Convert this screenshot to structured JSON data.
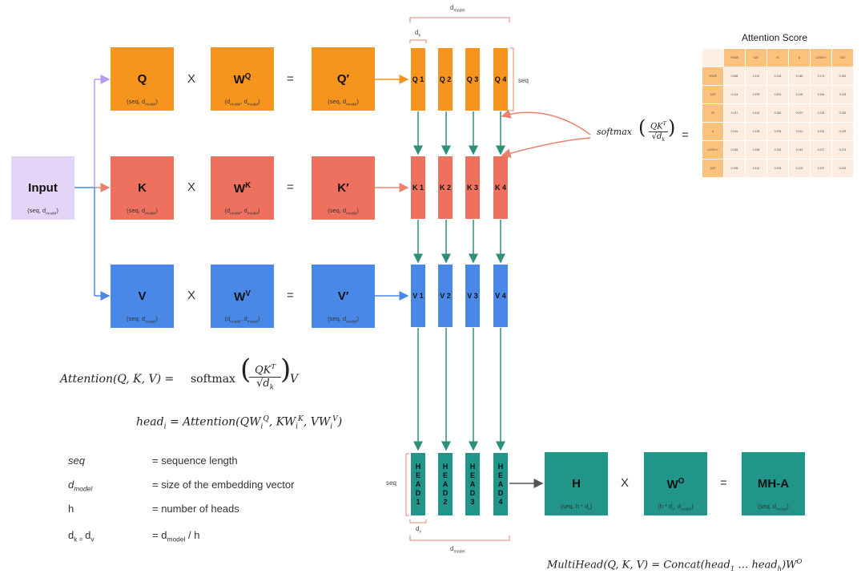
{
  "input": {
    "label": "Input",
    "sub": "(seq, d",
    "sub_tail": "model",
    "sub_end": ")"
  },
  "rows": [
    {
      "left": "Q",
      "left_sub": "(seq, d",
      "w": "W",
      "w_sup": "Q",
      "result": "Q′",
      "color": "orange"
    },
    {
      "left": "K",
      "left_sub": "(seq, d",
      "w": "W",
      "w_sup": "K",
      "result": "K′",
      "color": "red"
    },
    {
      "left": "V",
      "left_sub": "(seq, d",
      "w": "W",
      "w_sup": "V",
      "result": "V′",
      "color": "blue"
    }
  ],
  "labels": {
    "times": "X",
    "equals": "=",
    "seq_d": "(seq, d",
    "model": "model",
    "close": ")",
    "wsub_a": "(d",
    "wsub_b": ", d",
    "d": "d",
    "k": "k",
    "v": "v",
    "seq": "seq",
    "dmodel_top": "d",
    "dmodel_bottom": "d"
  },
  "columns": {
    "q": [
      "Q 1",
      "Q 2",
      "Q 3",
      "Q 4"
    ],
    "k": [
      "K 1",
      "K 2",
      "K 3",
      "K 4"
    ],
    "v": [
      "V 1",
      "V 2",
      "V 3",
      "V 4"
    ],
    "heads": [
      "HEAD1",
      "HEAD2",
      "HEAD3",
      "HEAD4"
    ]
  },
  "mh": {
    "h": "H",
    "h_sub": "(seq, h * d",
    "h_sub_v": "v",
    "h_sub_end": ")",
    "wo": "W",
    "wo_sup": "O",
    "wo_sub": "(h * d",
    "wo_sub_v": "v",
    "wo_sub_mid": ", d",
    "wo_sub_end": ")",
    "mha": "MH-A",
    "mha_sub": "(seq, d"
  },
  "softmax": {
    "fn": "softmax",
    "num": "QK",
    "sup": "T",
    "den": "d",
    "den_sub": "k",
    "eq": "="
  },
  "attention_score": {
    "title": "Attention Score",
    "headers": [
      "",
      "YOUR",
      "CAT",
      "IS",
      "A",
      "LOVELY",
      "CAT"
    ],
    "rows": [
      [
        "YOUR",
        "0.268",
        "0.119",
        "0.134",
        "0.148",
        "0.179",
        "0.152"
      ],
      [
        "CAT",
        "0.124",
        "0.278",
        "0.201",
        "0.128",
        "0.154",
        "0.115"
      ],
      [
        "IS",
        "0.147",
        "0.132",
        "0.262",
        "0.097",
        "0.218",
        "0.145"
      ],
      [
        "A",
        "0.210",
        "0.128",
        "0.206",
        "0.212",
        "0.119",
        "0.125"
      ],
      [
        "LOVELY",
        "0.146",
        "0.158",
        "0.152",
        "0.143",
        "0.227",
        "0.174"
      ],
      [
        "CAT",
        "0.195",
        "0.114",
        "0.203",
        "0.103",
        "0.157",
        "0.229"
      ]
    ]
  },
  "formulas": {
    "attention_lhs": "Attention(Q, K, V) = ",
    "attention_sm": "softmax",
    "attention_num": "QK",
    "attention_sup": "T",
    "attention_den": "d",
    "attention_den_sub": "k",
    "attention_v": "V",
    "head_lhs": "head",
    "head_i": "i",
    "head_rhs": " = Attention(QW",
    "head_q": "Q",
    "head_k_pre": ", KW",
    "head_k": "K",
    "head_v_pre": ", VW",
    "head_v": "V",
    "head_close": ")",
    "multihead": "MultiHead(Q, K, V) = Concat(head",
    "multihead_1": "1",
    "multihead_dots": " … head",
    "multihead_h": "h",
    "multihead_close": ")W",
    "multihead_o": "O"
  },
  "legend": [
    {
      "term": "seq",
      "desc": "= sequence length"
    },
    {
      "term": "d",
      "term_sub": "model",
      "desc": "= size of the embedding vector"
    },
    {
      "term": "h",
      "desc": "= number of heads"
    },
    {
      "term": "d",
      "term_sub": "k = ",
      "term2": "d",
      "term2_sub": "v",
      "desc": "= d",
      "desc_sub": "model",
      "desc_end": " / h"
    }
  ],
  "colors": {
    "orange": "#F7941D",
    "red": "#EE7160",
    "blue": "#4A88E8",
    "teal": "#21958A",
    "lavender": "#E4D5F8",
    "bracket": "#E9836F",
    "arrow_teal": "#2E8F7A"
  }
}
